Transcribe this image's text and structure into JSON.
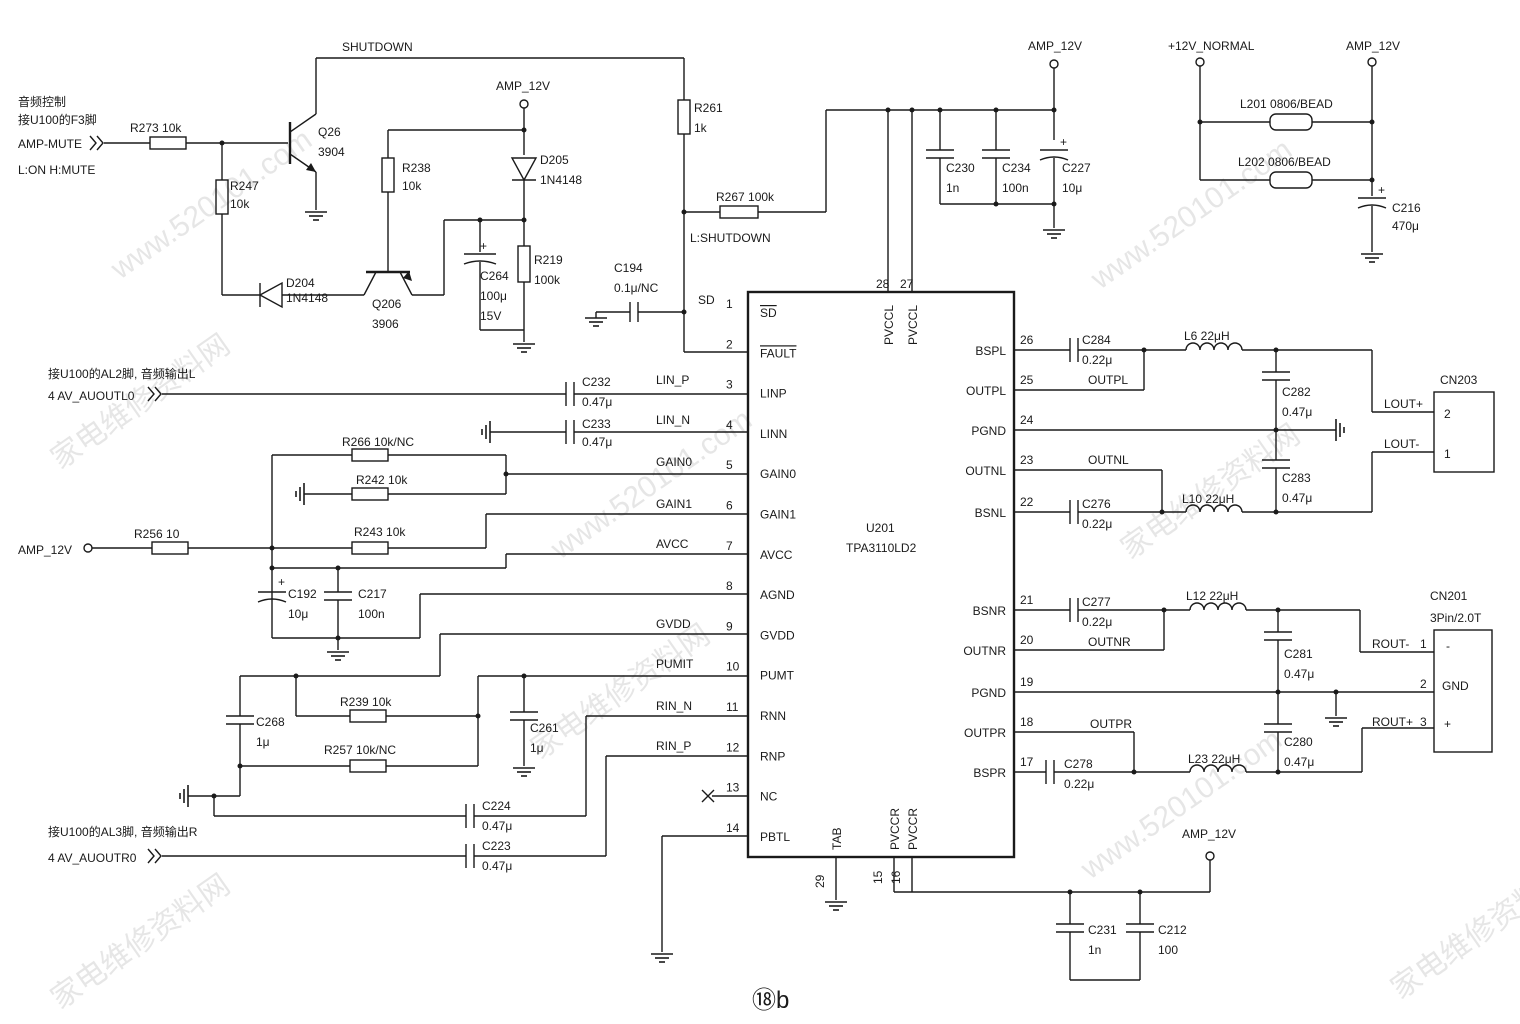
{
  "figure_label": "⑱b",
  "ic": {
    "ref": "U201",
    "part": "TPA3110LD2",
    "left_pins": [
      {
        "num": "1",
        "name": "SD",
        "overline": true
      },
      {
        "num": "2",
        "name": "FAULT",
        "overline": true
      },
      {
        "num": "3",
        "name": "LINP"
      },
      {
        "num": "4",
        "name": "LINN"
      },
      {
        "num": "5",
        "name": "GAIN0"
      },
      {
        "num": "6",
        "name": "GAIN1"
      },
      {
        "num": "7",
        "name": "AVCC"
      },
      {
        "num": "8",
        "name": "AGND"
      },
      {
        "num": "9",
        "name": "GVDD"
      },
      {
        "num": "10",
        "name": "PUMT"
      },
      {
        "num": "11",
        "name": "RNN"
      },
      {
        "num": "12",
        "name": "RNP"
      },
      {
        "num": "13",
        "name": "NC"
      },
      {
        "num": "14",
        "name": "PBTL"
      }
    ],
    "right_pins": [
      {
        "num": "26",
        "name": "BSPL"
      },
      {
        "num": "25",
        "name": "OUTPL"
      },
      {
        "num": "24",
        "name": "PGND"
      },
      {
        "num": "23",
        "name": "OUTNL"
      },
      {
        "num": "22",
        "name": "BSNL"
      },
      {
        "num": "21",
        "name": "BSNR"
      },
      {
        "num": "20",
        "name": "OUTNR"
      },
      {
        "num": "19",
        "name": "PGND"
      },
      {
        "num": "18",
        "name": "OUTPR"
      },
      {
        "num": "17",
        "name": "BSPR"
      }
    ],
    "top_pins": [
      {
        "num": "28",
        "name": "PVCCL"
      },
      {
        "num": "27",
        "name": "PVCCL"
      }
    ],
    "bottom_pins": [
      {
        "num": "29",
        "name": "TAB"
      },
      {
        "num": "15",
        "name": "PVCCR"
      },
      {
        "num": "16",
        "name": "PVCCR"
      }
    ]
  },
  "nets": {
    "shutdown": "SHUTDOWN",
    "l_shutdown": "L:SHUTDOWN",
    "sd": "SD",
    "lin_p": "LIN_P",
    "lin_n": "LIN_N",
    "gain0": "GAIN0",
    "gain1": "GAIN1",
    "avcc": "AVCC",
    "gvdd": "GVDD",
    "pumit": "PUMIT",
    "rin_n": "RIN_N",
    "rin_p": "RIN_P",
    "outpl": "OUTPL",
    "outnl": "OUTNL",
    "outnr": "OUTNR",
    "outpr": "OUTPR",
    "amp12_a": "AMP_12V",
    "amp12_b": "AMP_12V",
    "amp12_c": "AMP_12V",
    "amp12_d": "AMP_12V",
    "amp12_e": "AMP_12V",
    "v12_normal": "+12V_NORMAL"
  },
  "notes": {
    "audio_ctrl": "音频控制",
    "audio_ctrl2": "接U100的F3脚",
    "amp_mute": "AMP-MUTE",
    "mute_logic": "L:ON  H:MUTE",
    "audio_l": "接U100的AL2脚, 音频输出L",
    "audio_l_net": "4 AV_AUOUTL0",
    "audio_r": "接U100的AL3脚, 音频输出R",
    "audio_r_net": "4 AV_AUOUTR0"
  },
  "components": {
    "r273": "R273  10k",
    "r247": "R247",
    "r247v": "10k",
    "q26": "Q26",
    "q26v": "3904",
    "r238": "R238",
    "r238v": "10k",
    "d205": "D205",
    "d205v": "1N4148",
    "d204": "D204",
    "d204v": "1N4148",
    "q206": "Q206",
    "q206v": "3906",
    "c264": "C264",
    "c264v": "100μ",
    "c264v2": "15V",
    "r219": "R219",
    "r219v": "100k",
    "r261": "R261",
    "r261v": "1k",
    "r267": "R267  100k",
    "c194": "C194",
    "c194v": "0.1μ/NC",
    "c230": "C230",
    "c230v": "1n",
    "c234": "C234",
    "c234v": "100n",
    "c227": "C227",
    "c227v": "10μ",
    "l201": "L201  0806/BEAD",
    "l202": "L202  0806/BEAD",
    "c216": "C216",
    "c216v": "470μ",
    "c232": "C232",
    "c232v": "0.47μ",
    "c233": "C233",
    "c233v": "0.47μ",
    "r266": "R266  10k/NC",
    "r242": "R242  10k",
    "r243": "R243  10k",
    "r256": "R256  10",
    "c192": "C192",
    "c192v": "10μ",
    "c217": "C217",
    "c217v": "100n",
    "c268": "C268",
    "c268v": "1μ",
    "r239": "R239  10k",
    "r257": "R257  10k/NC",
    "c261": "C261",
    "c261v": "1μ",
    "c224": "C224",
    "c224v": "0.47μ",
    "c223": "C223",
    "c223v": "0.47μ",
    "c284": "C284",
    "c284v": "0.22μ",
    "l6": "L6  22μH",
    "c282": "C282",
    "c282v": "0.47μ",
    "c283": "C283",
    "c283v": "0.47μ",
    "c276": "C276",
    "c276v": "0.22μ",
    "l10": "L10  22μH",
    "c277": "C277",
    "c277v": "0.22μ",
    "l12": "L12  22μH",
    "c281": "C281",
    "c281v": "0.47μ",
    "c280": "C280",
    "c280v": "0.47μ",
    "c278": "C278",
    "c278v": "0.22μ",
    "l23": "L23  22μH",
    "c231": "C231",
    "c231v": "1n",
    "c212": "C212",
    "c212v": "100"
  },
  "connectors": {
    "cn203": "CN203",
    "lout_p": "LOUT+",
    "lout_p_pin": "2",
    "lout_n": "LOUT-",
    "lout_n_pin": "1",
    "cn201": "CN201",
    "cn201_type": "3Pin/2.0T",
    "rout_n": "ROUT-",
    "rout_n_pin": "1",
    "gnd_pin": "2",
    "gnd": "GND",
    "rout_p": "ROUT+",
    "rout_p_pin": "3",
    "minus": "-",
    "plus": "+"
  },
  "watermarks": [
    "www.520101.com",
    "家电维修资料网"
  ]
}
